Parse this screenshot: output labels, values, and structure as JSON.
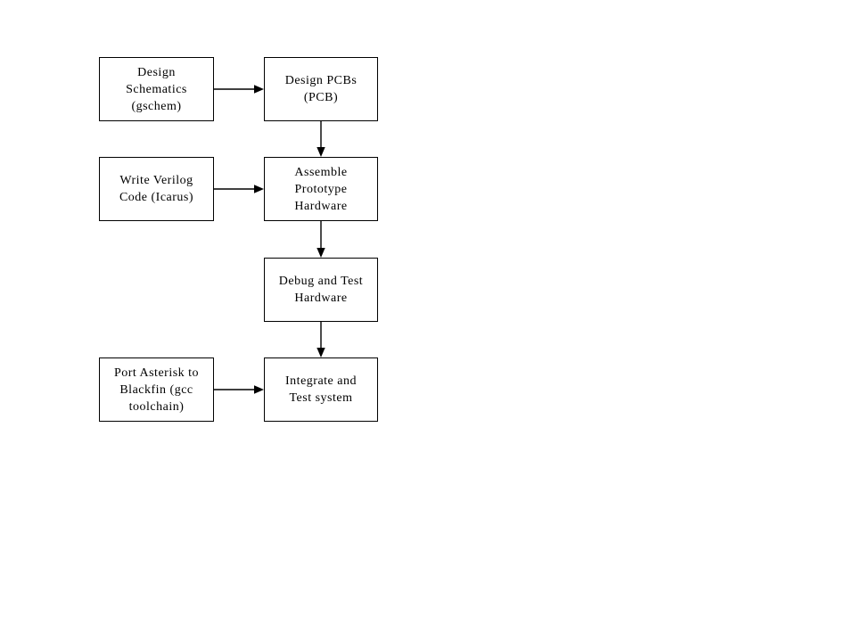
{
  "page": {
    "background_color": "#ffffff"
  },
  "diagram": {
    "type": "flowchart",
    "stroke_color": "#000000",
    "text_color": "#000000",
    "node_fill_color": "#ffffff",
    "nodes": [
      {
        "id": "design-schematics",
        "label": "Design\nSchematics\n(gschem)"
      },
      {
        "id": "design-pcbs",
        "label": "Design PCBs\n(PCB)"
      },
      {
        "id": "write-verilog",
        "label": "Write Verilog\nCode (Icarus)"
      },
      {
        "id": "assemble-prototype",
        "label": "Assemble\nPrototype\nHardware"
      },
      {
        "id": "debug-test-hardware",
        "label": "Debug and Test\nHardware"
      },
      {
        "id": "port-asterisk",
        "label": "Port Asterisk to\nBlackfin (gcc\ntoolchain)"
      },
      {
        "id": "integrate-test",
        "label": "Integrate and\nTest system"
      }
    ],
    "edges": [
      {
        "from": "design-schematics",
        "to": "design-pcbs",
        "direction": "right"
      },
      {
        "from": "design-pcbs",
        "to": "assemble-prototype",
        "direction": "down"
      },
      {
        "from": "write-verilog",
        "to": "assemble-prototype",
        "direction": "right"
      },
      {
        "from": "assemble-prototype",
        "to": "debug-test-hardware",
        "direction": "down"
      },
      {
        "from": "debug-test-hardware",
        "to": "integrate-test",
        "direction": "down"
      },
      {
        "from": "port-asterisk",
        "to": "integrate-test",
        "direction": "right"
      }
    ]
  }
}
